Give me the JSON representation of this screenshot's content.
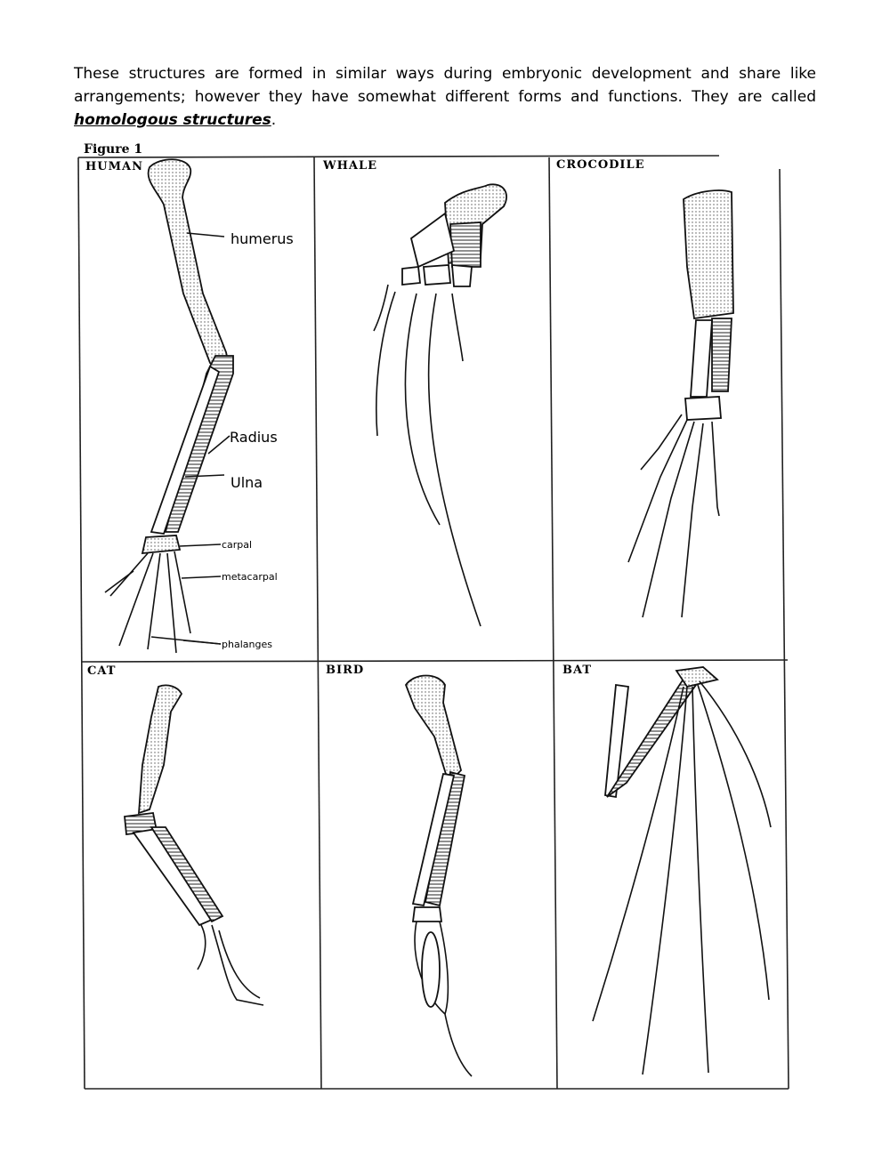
{
  "intro": {
    "text": "These structures are formed in similar ways during embryonic development and share like arrangements; however they have somewhat different forms and functions.  They are called ",
    "term": "homologous structures",
    "end": "."
  },
  "figure": {
    "label": "Figure  1",
    "panels": [
      "HUMAN",
      "WHALE",
      "CROCODILE",
      "CAT",
      "BIRD",
      "BAT"
    ],
    "labels": {
      "humerus": "humerus",
      "radius": "Radius",
      "ulna": "Ulna",
      "carpal": "carpal",
      "metacarpal": "metacarpal",
      "phalanges": "phalanges"
    }
  }
}
